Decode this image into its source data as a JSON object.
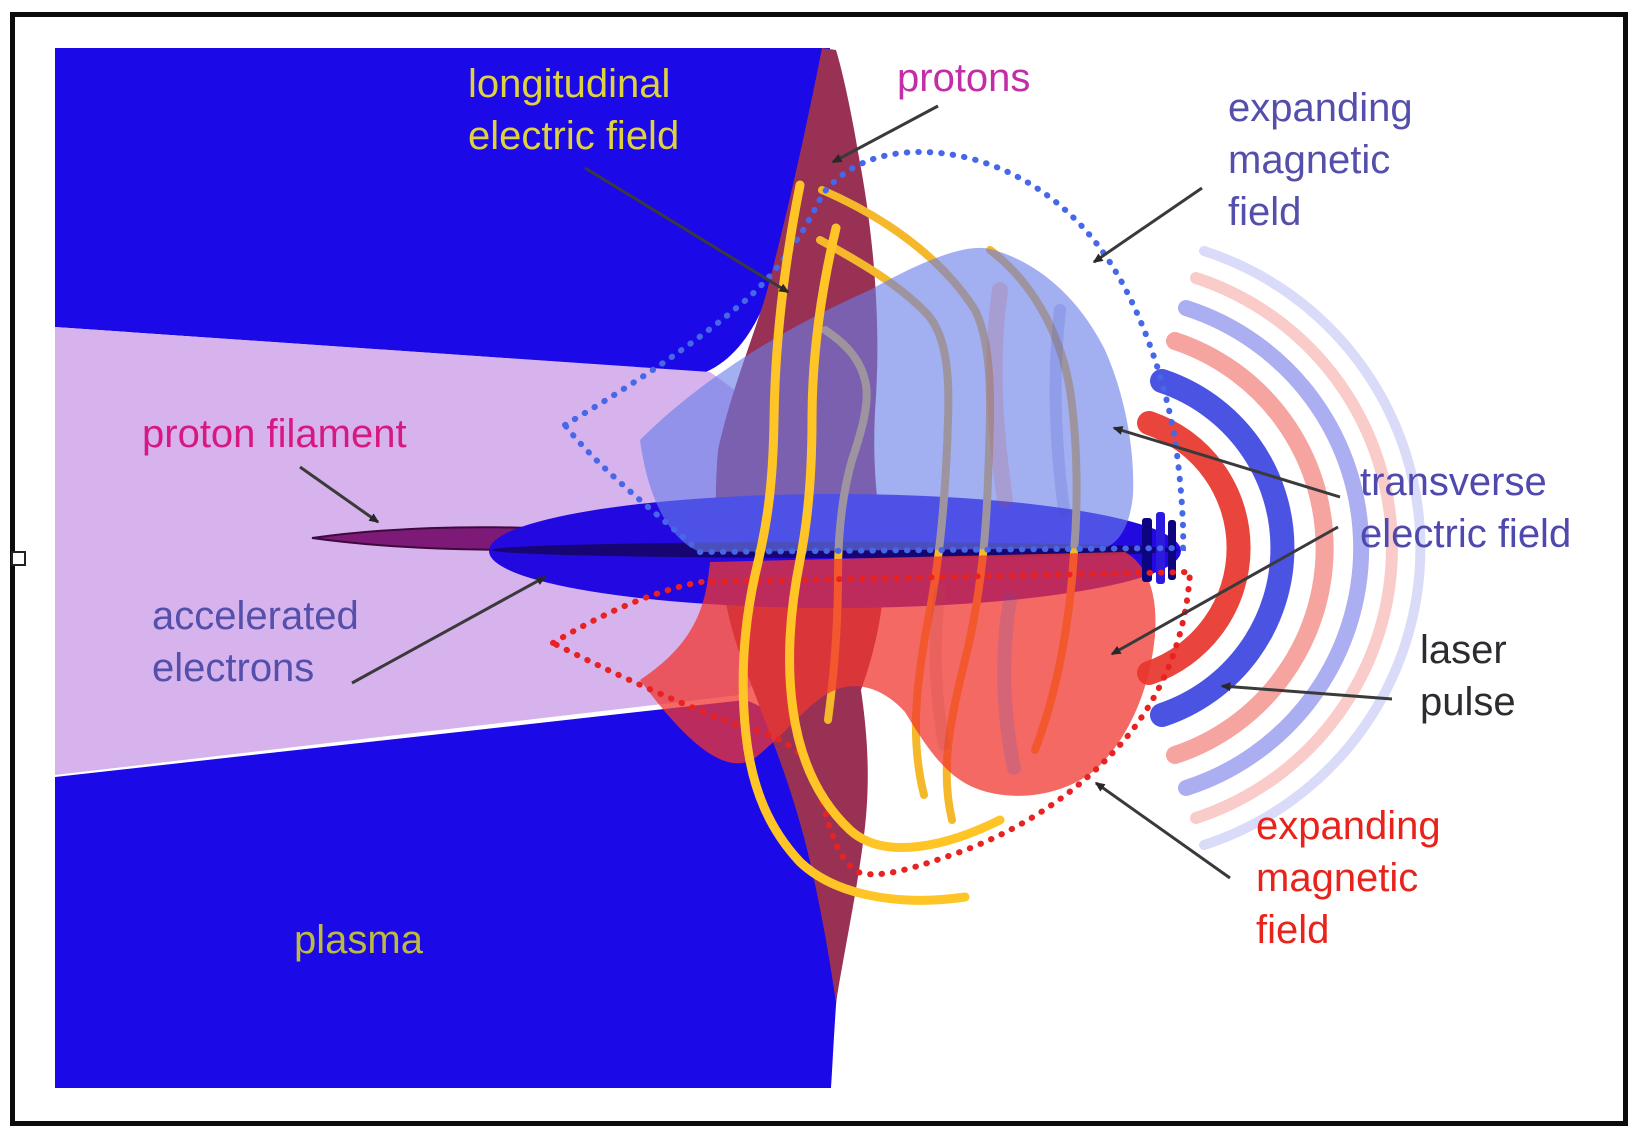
{
  "labels": {
    "longitudinal_electric_field": {
      "lines": [
        "longitudinal",
        "electric field"
      ],
      "color": "#ded33e"
    },
    "protons": {
      "text": "protons",
      "color": "#c32da8"
    },
    "expanding_magnetic_field_top": {
      "lines": [
        "expanding",
        "magnetic",
        "field"
      ],
      "color": "#544fab"
    },
    "proton_filament": {
      "text": "proton filament",
      "color": "#d61880"
    },
    "accelerated_electrons": {
      "lines": [
        "accelerated",
        "electrons"
      ],
      "color": "#544fab"
    },
    "transverse_electric_field": {
      "lines": [
        "transverse",
        "electric field"
      ],
      "color": "#4f49ae"
    },
    "laser_pulse": {
      "lines": [
        "laser",
        "pulse"
      ],
      "color": "#2c2c30"
    },
    "expanding_magnetic_field_bottom": {
      "lines": [
        "expanding",
        "magnetic",
        "field"
      ],
      "color": "#e8231c"
    },
    "plasma": {
      "text": "plasma",
      "color": "#bdbb3d"
    }
  },
  "colors": {
    "plasma_region": "#1c09e8",
    "channel_region": "#d7b3ee",
    "proton_front": "#993155",
    "electron_cloud": "#2209e0",
    "proton_filament": "#7d1a78",
    "field_line_gold": "#f5b82a",
    "field_line_bright": "#ffc526",
    "magnetic_contour_blue": "#4667e8",
    "magnetic_contour_red": "#e82222",
    "transverse_surface_blue": "#697ee e",
    "transverse_surface_red": "#f0373 0",
    "laser_arc_red": "#e8352b",
    "laser_arc_blue": "#2c35dd",
    "arrow": "#3a3a3a",
    "frame": "#0c0c0c"
  }
}
